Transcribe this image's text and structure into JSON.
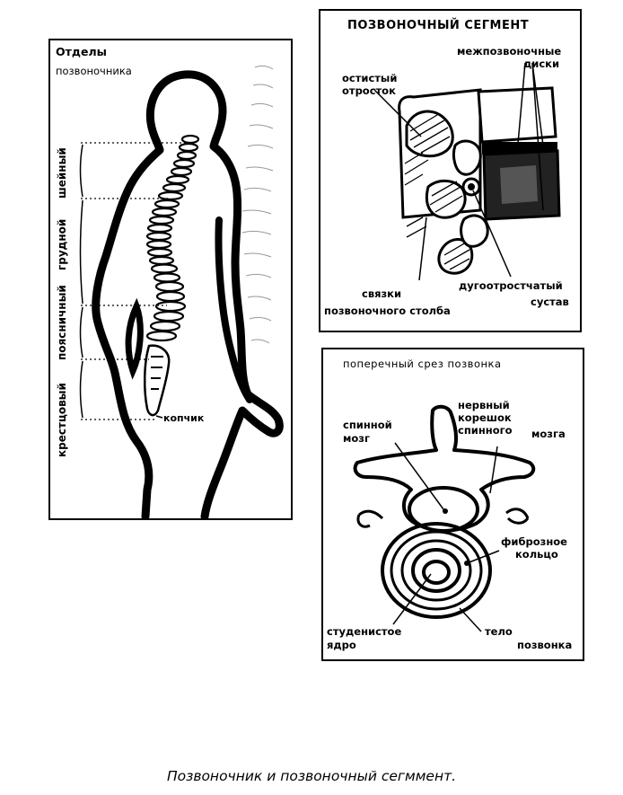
{
  "left_panel": {
    "title_line1": "Отделы",
    "title_line2": "позвоночника",
    "sections": {
      "cervical": "шейный",
      "thoracic": "грудной",
      "lumbar": "поясничный",
      "sacral": "крестцовый"
    },
    "coccyx": "копчик"
  },
  "segment_panel": {
    "title": "ПОЗВОНОЧНЫЙ СЕГМЕНТ",
    "discs": [
      "межпозвоночные",
      "диски"
    ],
    "spinous": [
      "остистый",
      "отросток"
    ],
    "ligaments": [
      "связки",
      "позвоночного столба"
    ],
    "facet": [
      "дугоотростчатый",
      "сустав"
    ]
  },
  "cross_panel": {
    "title": "поперечный срез позвонка",
    "spinal_cord": [
      "спинной",
      "мозг"
    ],
    "nerve_root": [
      "нервный",
      "корешок",
      "спинного",
      "мозга"
    ],
    "fibrous_ring": [
      "фиброзное",
      "кольцо"
    ],
    "nucleus": [
      "студенистое",
      "ядро"
    ],
    "body": [
      "тело",
      "позвонка"
    ]
  },
  "caption": "Позвоночник и позвоночный сегммент."
}
